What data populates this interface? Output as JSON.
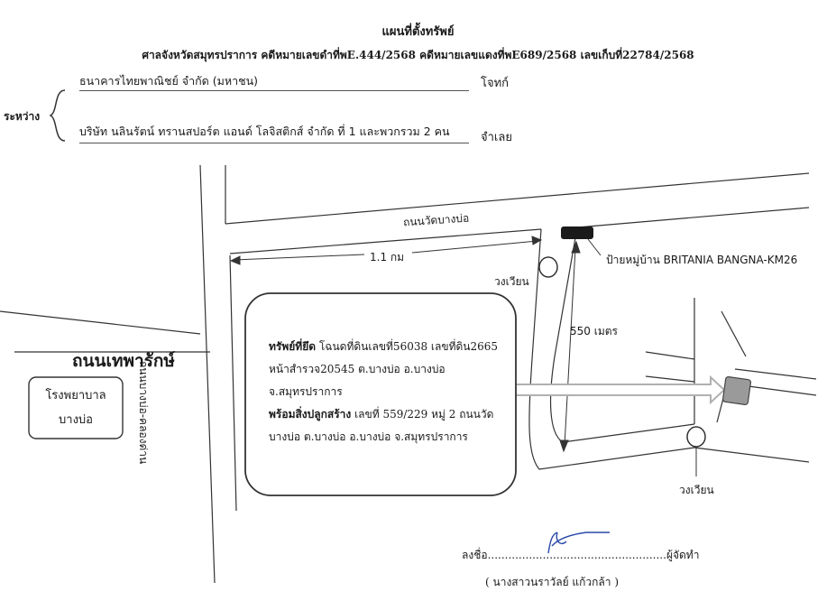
{
  "header": {
    "title": "แผนที่ตั้งทรัพย์",
    "court_line": "ศาลจังหวัดสมุทรปราการ  คดีหมายเลขดำที่พE.444/2568 คดีหมายเลขแดงที่พE689/2568  เลขเก็บที่22784/2568"
  },
  "parties": {
    "between_label": "ระหว่าง",
    "plaintiff_name": "ธนาคารไทยพาณิชย์ จำกัด (มหาชน)",
    "plaintiff_role": "โจทก์",
    "defendant_name": "บริษัท นลินรัตน์ ทรานสปอร์ต แอนด์ โลจิสติกส์ จำกัด ที่ 1 และพวกรวม 2 คน",
    "defendant_role": "จำเลย"
  },
  "map": {
    "road_top": "ถนนวัดบางบ่อ",
    "road_left_vertical": "ถนนบางบ่อ-คลองด่าน",
    "road_main": "ถนนเทพารักษ์",
    "distance_1": "1.1 กม",
    "distance_2": "550 เมตร",
    "roundabout_1": "วงเวียน",
    "roundabout_2": "วงเวียน",
    "sign_label": "ป้ายหมู่บ้าน BRITANIA BANGNA-KM26",
    "hospital_line1": "โรงพยาบาล",
    "hospital_line2": "บางบ่อ",
    "property": {
      "line1_bold": "ทรัพย์ที่ยึด",
      "line1_rest": " โฉนดที่ดินเลขที่56038 เลขที่ดิน2665",
      "line2": "หน้าสำรวจ20545 ต.บางบ่อ อ.บางบ่อ",
      "line3": "จ.สมุทรปราการ",
      "line4_bold": "พร้อมสิ่งปลูกสร้าง",
      "line4_rest": " เลขที่ 559/229 หมู่ 2 ถนนวัด",
      "line5": "บางบ่อ ต.บางบ่อ อ.บางบ่อ จ.สมุทรปราการ"
    },
    "colors": {
      "line": "#333333",
      "building": "#9a9a9a",
      "sign": "#1a1a1a",
      "arrow": "#bdbdbd"
    }
  },
  "signature": {
    "sign_prefix": "ลงชื่อ",
    "dots": "....................................................",
    "role": "ผู้จัดทำ",
    "name": "( นางสาวนราวัลย์ แก้วกล้า )"
  }
}
